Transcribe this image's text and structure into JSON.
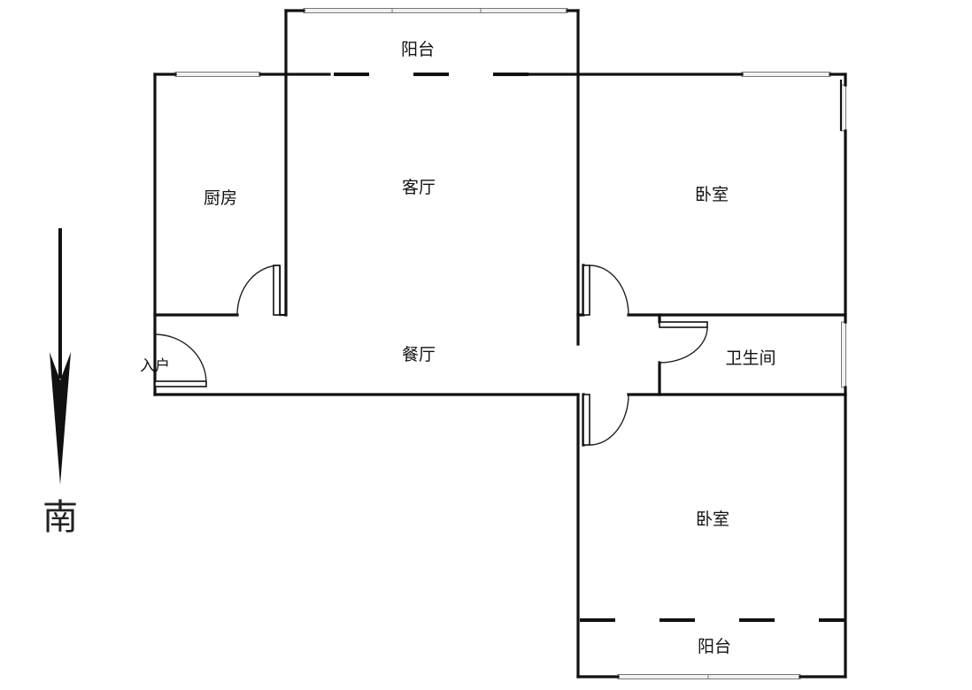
{
  "rooms": {
    "balcony_north": "阳台",
    "kitchen": "厨房",
    "living_room": "客厅",
    "bedroom_north": "卧室",
    "dining_room": "餐厅",
    "bathroom": "卫生间",
    "bedroom_south": "卧室",
    "balcony_south": "阳台"
  },
  "entrance": "入户",
  "compass": {
    "direction_label": "南"
  }
}
